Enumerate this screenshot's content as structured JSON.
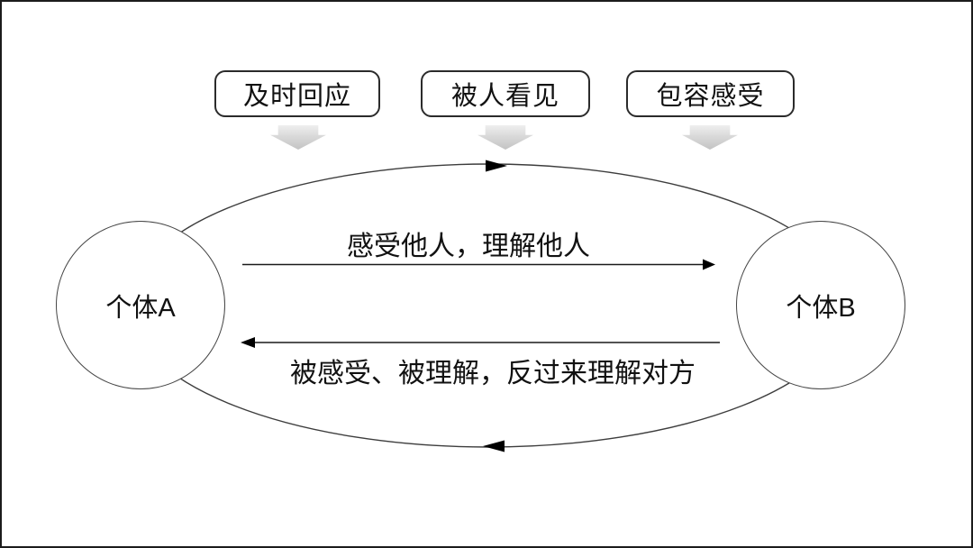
{
  "canvas": {
    "background": "#ffffff",
    "border_color": "#1c1c1c"
  },
  "top_boxes": [
    {
      "label": "及时回应"
    },
    {
      "label": "被人看见"
    },
    {
      "label": "包容感受"
    }
  ],
  "down_arrow": {
    "fill": "#d9d9d9",
    "edge": "#a8a8a8"
  },
  "nodes": {
    "a": {
      "label": "个体A"
    },
    "b": {
      "label": "个体B"
    }
  },
  "flows": {
    "forward": {
      "label": "感受他人，理解他人",
      "direction": "right"
    },
    "backward": {
      "label": "被感受、被理解，反过来理解对方",
      "direction": "left"
    }
  },
  "cycle": {
    "stroke": "#3d3d3d",
    "arrow_color": "#000000"
  }
}
